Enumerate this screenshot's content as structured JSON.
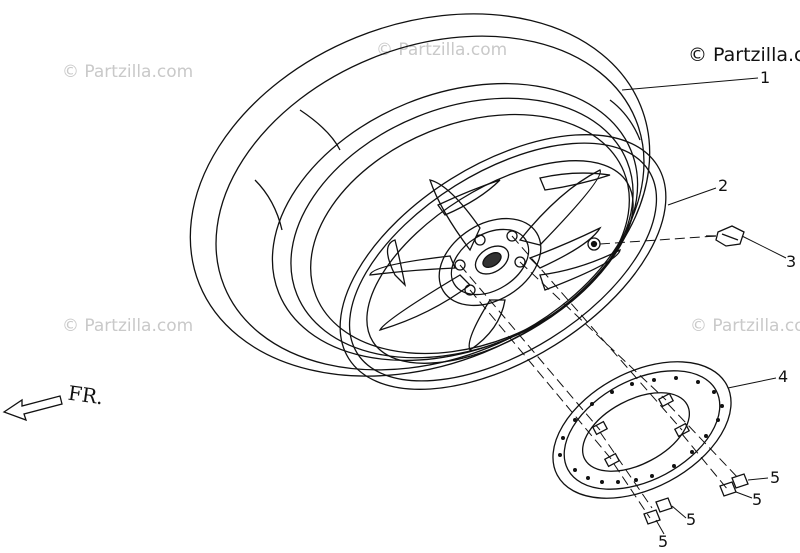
{
  "copyright": "© Partzilla.com",
  "watermarks": [
    "© Partzilla.com",
    "© Partzilla.com",
    "© Partzilla.com",
    "© Partzilla.com"
  ],
  "direction_label": "FR.",
  "callouts": [
    "1",
    "2",
    "3",
    "4",
    "5",
    "5",
    "5",
    "5"
  ],
  "parts": [
    {
      "ref": "1",
      "icon": "tire-icon"
    },
    {
      "ref": "2",
      "icon": "wheel-rim-icon"
    },
    {
      "ref": "3",
      "icon": "valve-stem-icon"
    },
    {
      "ref": "4",
      "icon": "brake-disc-icon"
    },
    {
      "ref": "5",
      "icon": "bolt-icon"
    }
  ]
}
